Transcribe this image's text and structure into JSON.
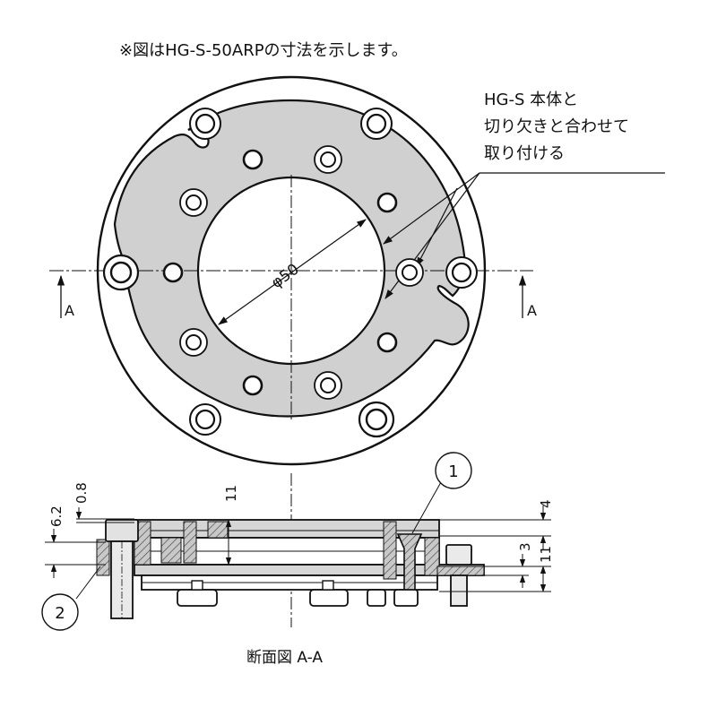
{
  "note": "※図はHG-S-50ARPの寸法を示します。",
  "callout": {
    "lines": [
      "HG-S 本体と",
      "切り欠きと合わせて",
      "取り付ける"
    ]
  },
  "top_view": {
    "diameter_label": "φ50",
    "section_marker_left": "A",
    "section_marker_right": "A"
  },
  "section_view": {
    "dims": {
      "d_0_8": "0.8",
      "d_6_2": "6.2",
      "d_11_center": "11",
      "d_4": "4",
      "d_3": "3",
      "d_11_right": "11"
    },
    "balloon_1": "1",
    "balloon_2": "2"
  },
  "caption": "断面図 A-A",
  "colors": {
    "plate_fill": "#d0d0d0",
    "line": "#111111",
    "background": "#ffffff"
  }
}
